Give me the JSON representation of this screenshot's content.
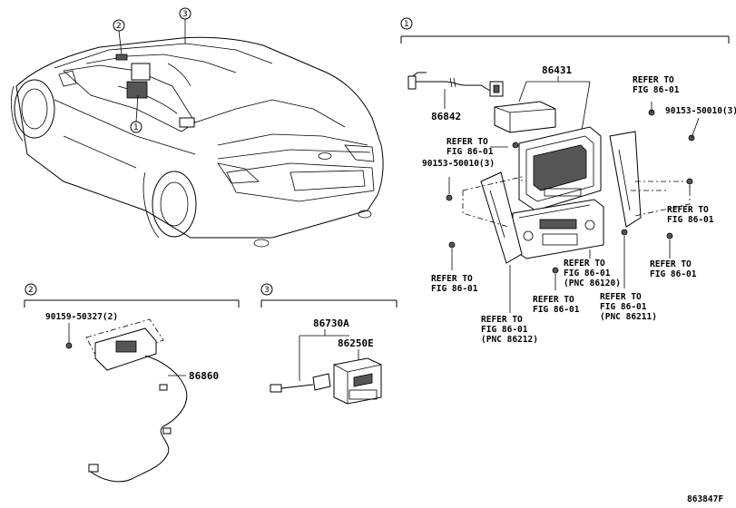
{
  "callouts": {
    "c1": "1",
    "c2": "2",
    "c3": "3"
  },
  "fig_id": "863847F",
  "panel1": {
    "p86431": "86431",
    "p86842": "86842",
    "refer1a": "REFER TO",
    "refer1b": "FIG 86-01",
    "bolt1": "90153-50010(3)",
    "refer2a": "REFER TO",
    "refer2b": "FIG 86-01",
    "bolt2": "90153-50010(3)",
    "refer3a": "REFER TO",
    "refer3b": "FIG 86-01",
    "refer4a": "REFER TO",
    "refer4b": "FIG 86-01",
    "refer5a": "REFER TO",
    "refer5b": "FIG 86-01",
    "refer6a": "REFER TO",
    "refer6b": "FIG 86-01",
    "refer6c": "(PNC 86120)",
    "refer7a": "REFER TO",
    "refer7b": "FIG 86-01",
    "refer8a": "REFER TO",
    "refer8b": "FIG 86-01",
    "refer8c": "(PNC 86211)",
    "refer9a": "REFER TO",
    "refer9b": "FIG 86-01",
    "refer9c": "(PNC 86212)"
  },
  "panel2": {
    "bolt": "90159-50327(2)",
    "p86860": "86860"
  },
  "panel3": {
    "p86730A": "86730A",
    "p86250E": "86250E"
  }
}
